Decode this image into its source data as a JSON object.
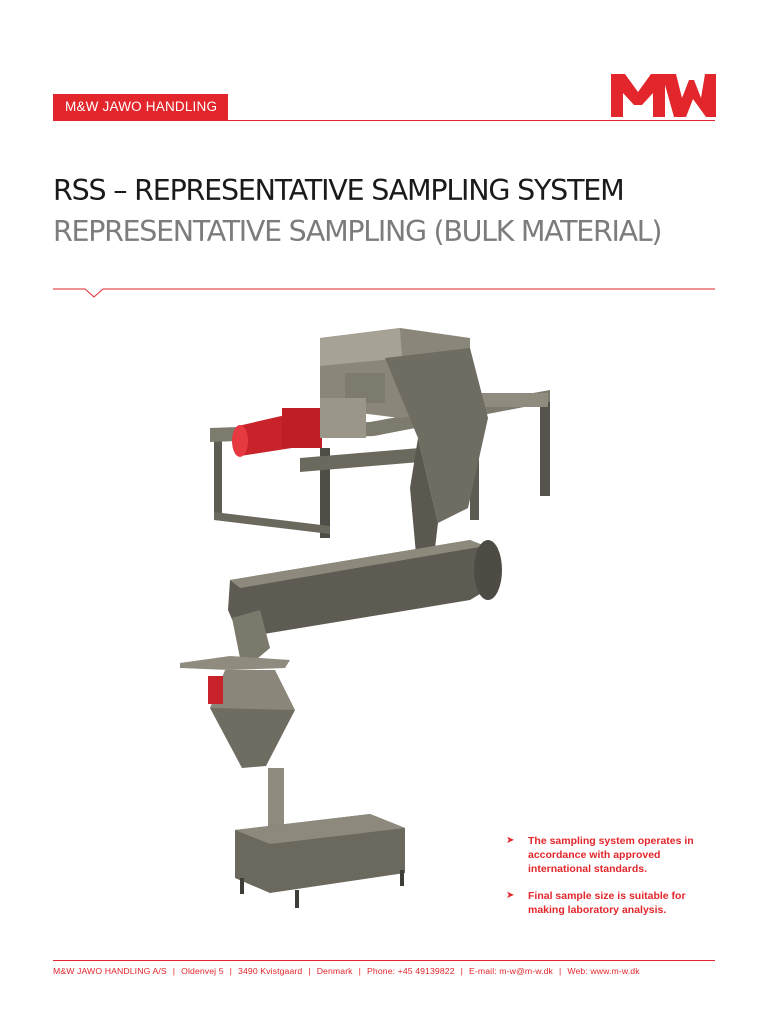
{
  "header": {
    "brand_tag": "M&W JAWO HANDLING",
    "logo_text": "MW",
    "brand_color": "#e2262b"
  },
  "title": "RSS – REPRESENTATIVE SAMPLING SYSTEM",
  "subtitle": "REPRESENTATIVE SAMPLING (BULK MATERIAL)",
  "image": {
    "subject": "sampling-system-3d-model"
  },
  "bullets": [
    "The sampling system operates in accordance with approved international standards.",
    "Final sample size is suitable for making laboratory analysis."
  ],
  "footer": {
    "company": "M&W JAWO HANDLING A/S",
    "street": "Oldenvej 5",
    "city": "3490 Kvistgaard",
    "country": "Denmark",
    "phone": "Phone: +45 49139822",
    "email": "E-mail: m-w@m-w.dk",
    "web": "Web: www.m-w.dk"
  }
}
